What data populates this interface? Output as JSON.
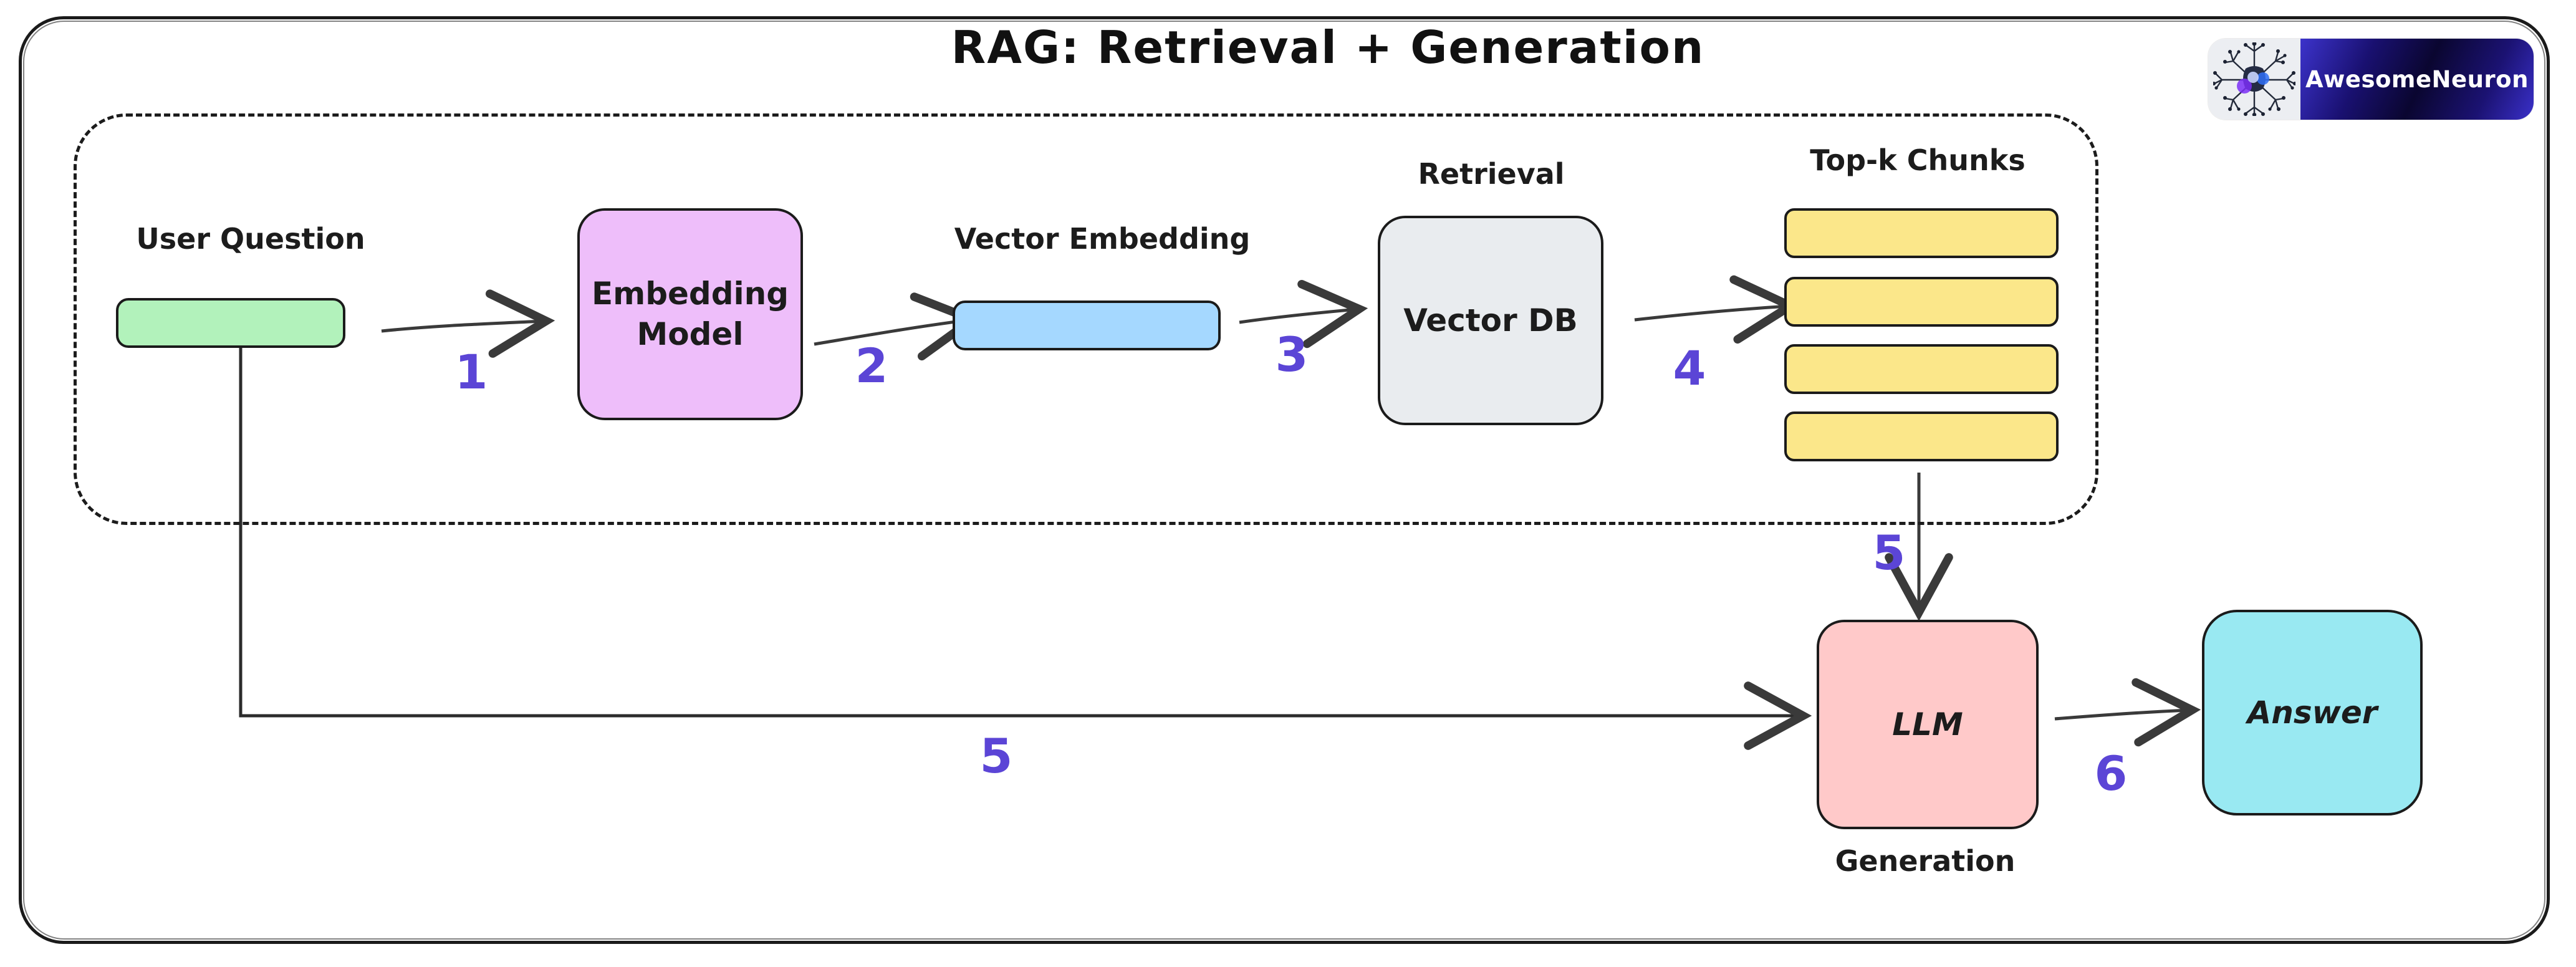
{
  "title": "RAG: Retrieval + Generation",
  "brand": {
    "name": "AwesomeNeuron"
  },
  "labels": {
    "user_question": "User Question",
    "embedding_model": "Embedding\nModel",
    "vector_embedding": "Vector Embedding",
    "retrieval": "Retrieval",
    "vector_db": "Vector DB",
    "top_k_chunks": "Top-k Chunks",
    "llm": "LLM",
    "generation": "Generation",
    "answer": "Answer"
  },
  "steps": {
    "s1": "1",
    "s2": "2",
    "s3": "3",
    "s4": "4",
    "s5_chunks_to_llm": "5",
    "s5_question_to_llm": "5",
    "s6": "6"
  },
  "chunks_count": 4,
  "colors": {
    "node_green": "#b2f2bb",
    "node_purple": "#eebefa",
    "node_blue": "#a5d8ff",
    "node_gray": "#e9ecef",
    "node_yellow": "#fbe78a",
    "node_pink": "#ffc9c9",
    "node_cyan": "#99e9f2",
    "step_violet": "#5b45d6",
    "arrow_stroke": "#3a3a3a",
    "line_stroke": "#2b2b2b"
  }
}
